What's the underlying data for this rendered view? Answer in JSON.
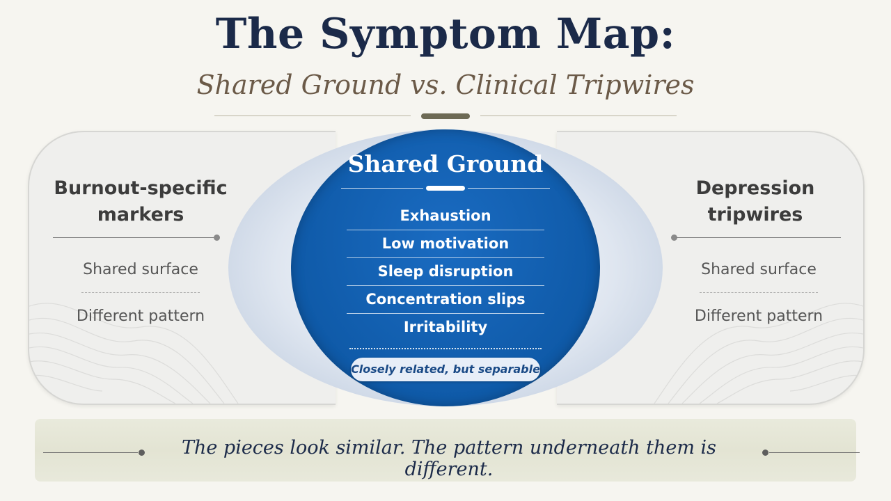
{
  "header": {
    "title": "The Symptom Map:",
    "subtitle": "Shared Ground vs. Clinical Tripwires"
  },
  "left_panel": {
    "title_line1": "Burnout-specific",
    "title_line2": "markers",
    "text1": "Shared surface",
    "text2": "Different pattern"
  },
  "right_panel": {
    "title_line1": "Depression",
    "title_line2": "tripwires",
    "text1": "Shared surface",
    "text2": "Different pattern"
  },
  "center": {
    "title": "Shared Ground",
    "items": [
      "Exhaustion",
      "Low motivation",
      "Sleep disruption",
      "Concentration slips",
      "Irritability"
    ],
    "note": "Closely related, but separable"
  },
  "footer": {
    "text": "The pieces look similar. The pattern underneath them is different."
  },
  "colors": {
    "navy": "#1b2a49",
    "center_blue": "#0f5aa8",
    "subtitle_brown": "#6b5a48",
    "panel_gray": "#efefed"
  }
}
